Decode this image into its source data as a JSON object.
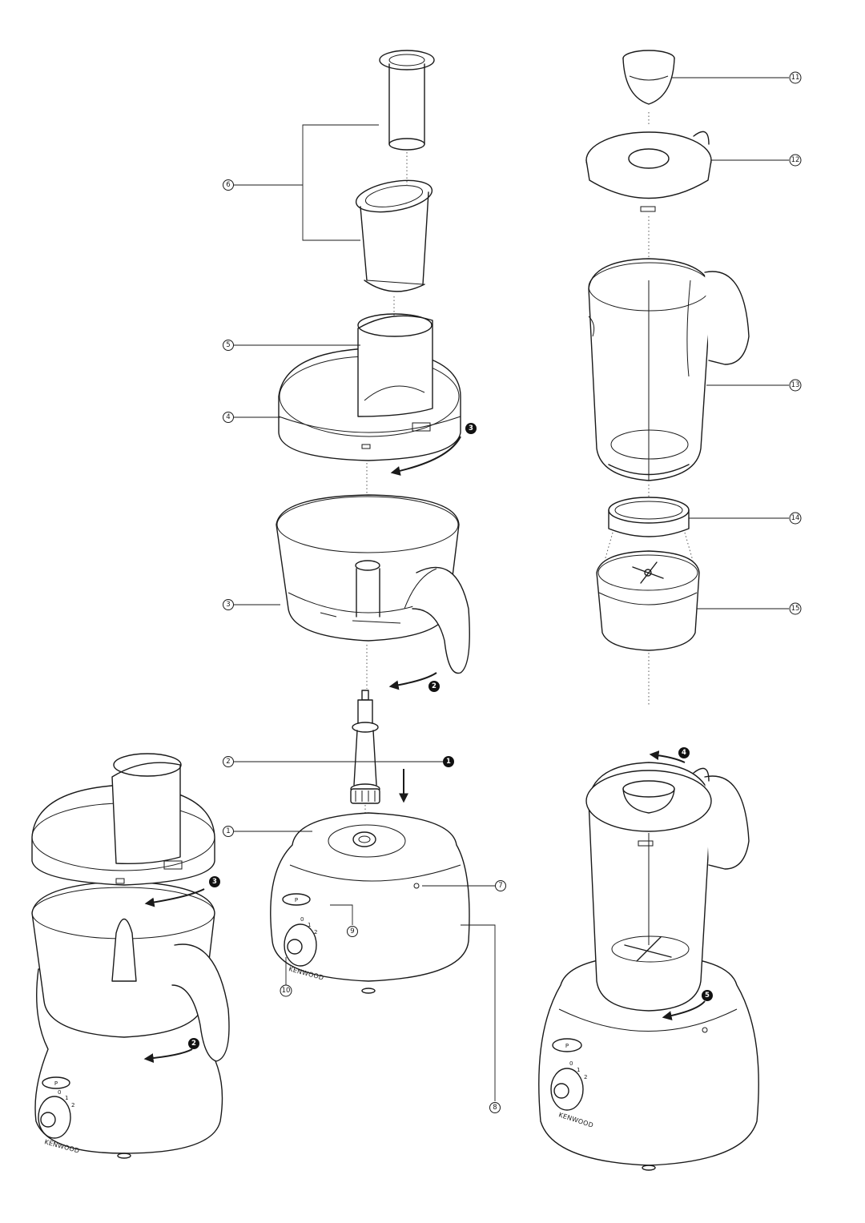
{
  "brand": "KENWOOD",
  "pulse_label": "P",
  "dial_labels": [
    "0",
    "1",
    "2"
  ],
  "callouts": [
    "1",
    "2",
    "3",
    "4",
    "5",
    "6",
    "7",
    "8",
    "9",
    "10",
    "11",
    "12",
    "13",
    "14",
    "15"
  ],
  "steps": [
    "1",
    "2",
    "3",
    "4",
    "5"
  ]
}
